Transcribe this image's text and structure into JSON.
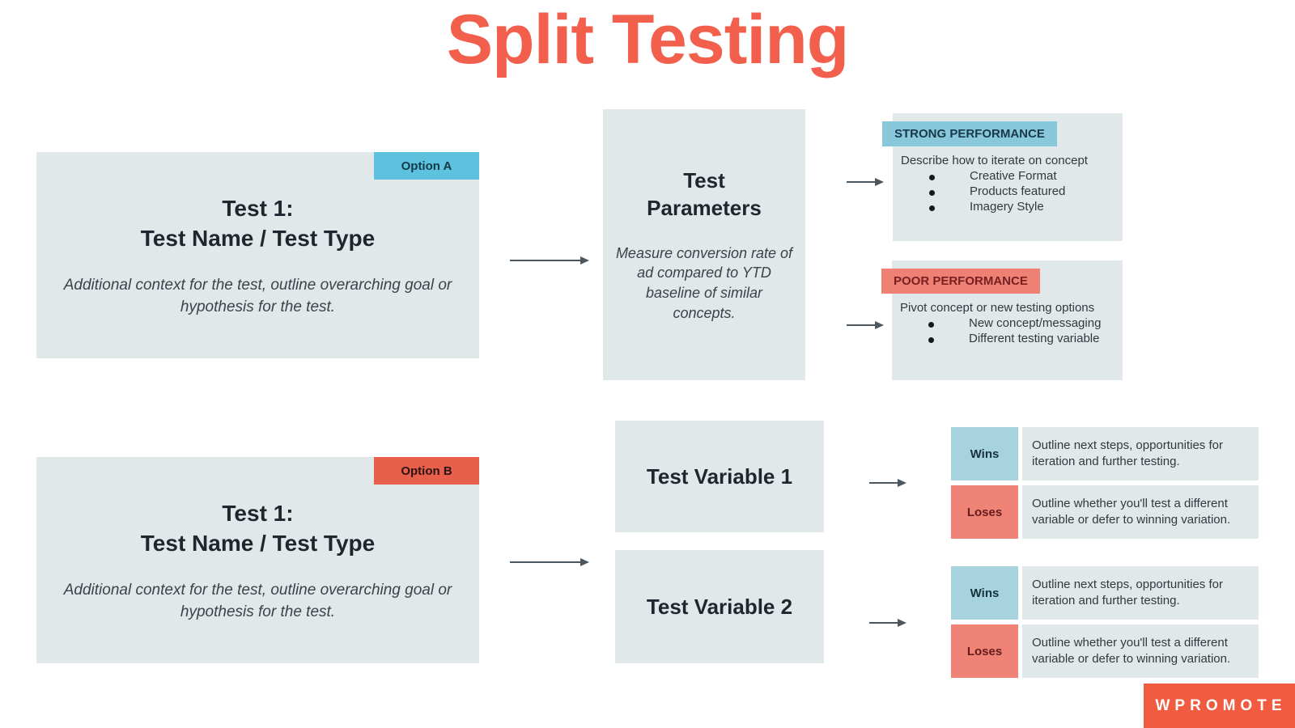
{
  "title": "Split Testing",
  "colors": {
    "accent_red": "#f2604d",
    "accent_blue": "#5ec1dd",
    "label_blue": "#89c8da",
    "wins_blue": "#a7d3de",
    "option_b_red": "#e8604b",
    "label_coral": "#ee8173",
    "box_gray": "#e1e8ea",
    "logo_red": "#f15b40"
  },
  "option_a_card": {
    "tag": "Option A",
    "heading_line1": "Test 1:",
    "heading_line2": "Test Name / Test Type",
    "description": "Additional context for the test, outline overarching goal or hypothesis for the test."
  },
  "option_b_card": {
    "tag": "Option B",
    "heading_line1": "Test 1:",
    "heading_line2": "Test Name / Test Type",
    "description": "Additional context for the test, outline overarching goal or hypothesis for the test."
  },
  "test_parameters": {
    "heading": "Test Parameters",
    "description": "Measure conversion rate of ad compared to YTD baseline of similar concepts."
  },
  "strong_performance": {
    "label": "STRONG PERFORMANCE",
    "intro": "Describe how to iterate on concept",
    "bullets": [
      "Creative Format",
      "Products featured",
      "Imagery Style"
    ]
  },
  "poor_performance": {
    "label": "POOR PERFORMANCE",
    "intro": "Pivot concept or new testing options",
    "bullets": [
      "New concept/messaging",
      "Different testing variable"
    ]
  },
  "test_variable_1": {
    "label": "Test Variable 1"
  },
  "test_variable_2": {
    "label": "Test Variable 2"
  },
  "outcome_groups": [
    {
      "rows": [
        {
          "label": "Wins",
          "text": "Outline next steps, opportunities for iteration and further testing."
        },
        {
          "label": "Loses",
          "text": "Outline whether you'll test a different variable or defer to winning variation."
        }
      ]
    },
    {
      "rows": [
        {
          "label": "Wins",
          "text": "Outline next steps, opportunities for iteration and further testing."
        },
        {
          "label": "Loses",
          "text": "Outline whether you'll test a different variable or defer to winning variation."
        }
      ]
    }
  ],
  "logo": "WPROMOTE"
}
